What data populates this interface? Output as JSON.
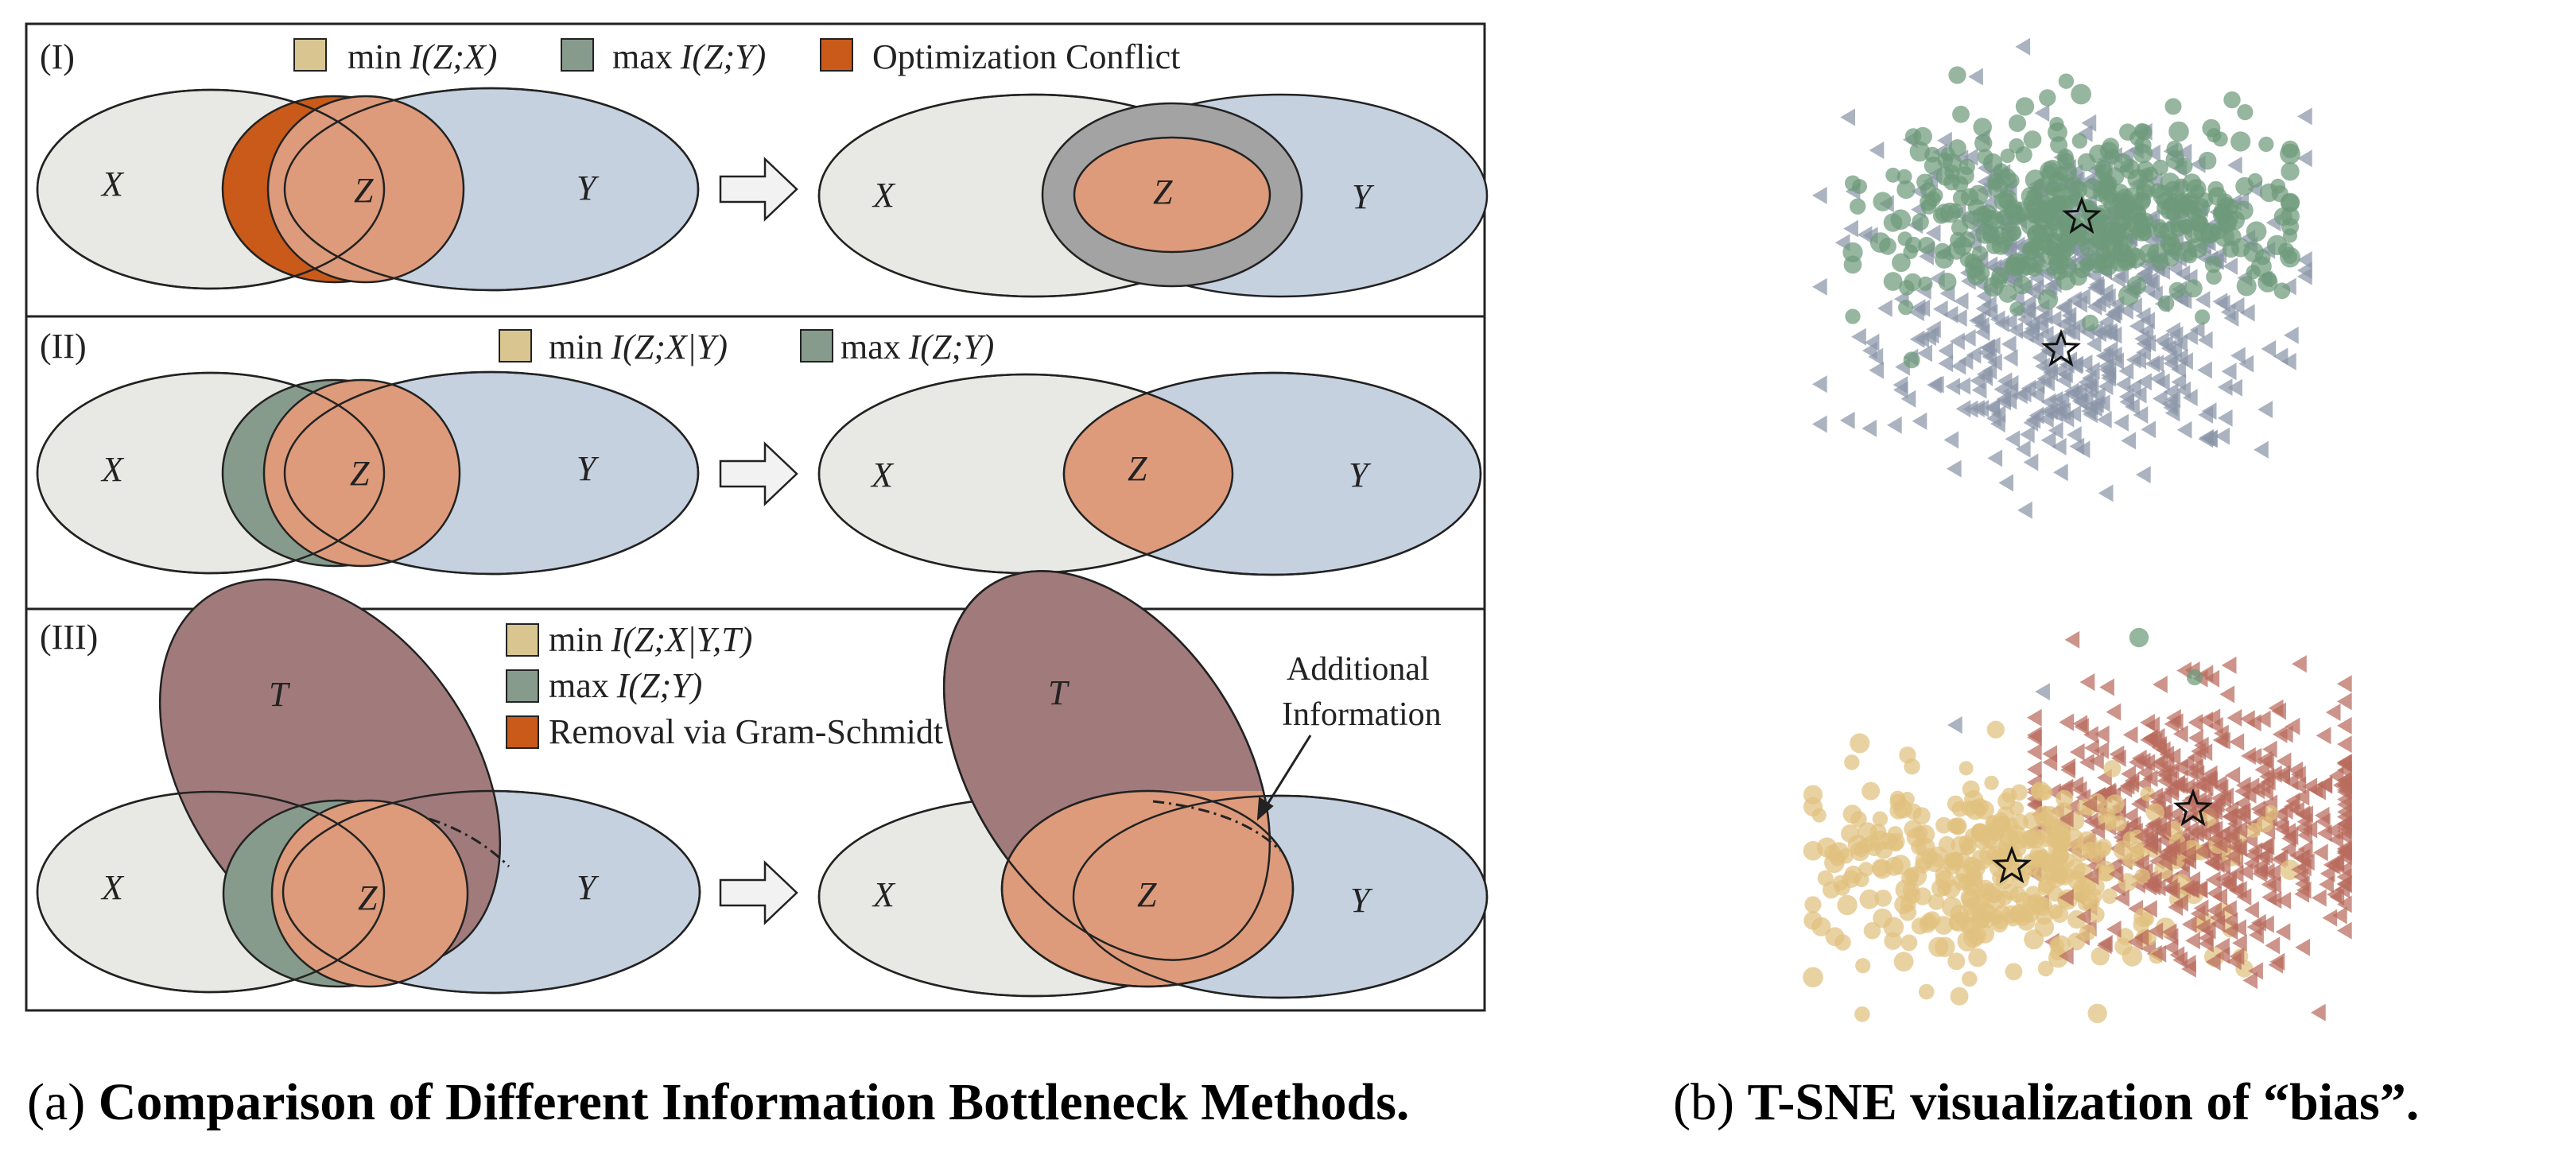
{
  "colors": {
    "x_fill": "#e8e8e4",
    "y_fill": "#c5d1df",
    "z_fill": "#dd9b7b",
    "min_fill": "#d9c590",
    "max_fill": "#879b8c",
    "conflict_fill": "#c95a1a",
    "t_fill": "#a17b7b",
    "gray_ring": "#a3a3a3",
    "tsne_green": "#6e9a7a",
    "tsne_gray": "#8a95a8",
    "tsne_yellow": "#e0c07e",
    "tsne_red": "#b86b5d"
  },
  "panel1": {
    "tag": "(I)",
    "legend": [
      {
        "prefix": "min",
        "expr": "I(Z;X)",
        "swatch": "min"
      },
      {
        "prefix": "max",
        "expr": "I(Z;Y)",
        "swatch": "max"
      },
      {
        "prefix": "",
        "expr": "Optimization Conflict",
        "swatch": "conflict"
      }
    ]
  },
  "panel2": {
    "tag": "(II)",
    "legend": [
      {
        "prefix": "min",
        "expr": "I(Z;X|Y)",
        "swatch": "min"
      },
      {
        "prefix": "max",
        "expr": "I(Z;Y)",
        "swatch": "max"
      }
    ]
  },
  "panel3": {
    "tag": "(III)",
    "legend": [
      {
        "prefix": "min",
        "expr": "I(Z;X|Y,T)",
        "swatch": "min"
      },
      {
        "prefix": "max",
        "expr": "I(Z;Y)",
        "swatch": "max"
      },
      {
        "prefix": "",
        "expr": "Removal via Gram-Schmidt",
        "swatch": "conflict"
      }
    ],
    "annotation_line1": "Additional",
    "annotation_line2": "Information"
  },
  "vars": {
    "x": "X",
    "y": "Y",
    "z": "Z",
    "t": "T"
  },
  "caption_a": {
    "prefix": "(a) ",
    "bold": "Comparison of Different Information Bottleneck Methods."
  },
  "caption_b": {
    "prefix": "(b) ",
    "bold": "T-SNE visualization of “bias”."
  }
}
